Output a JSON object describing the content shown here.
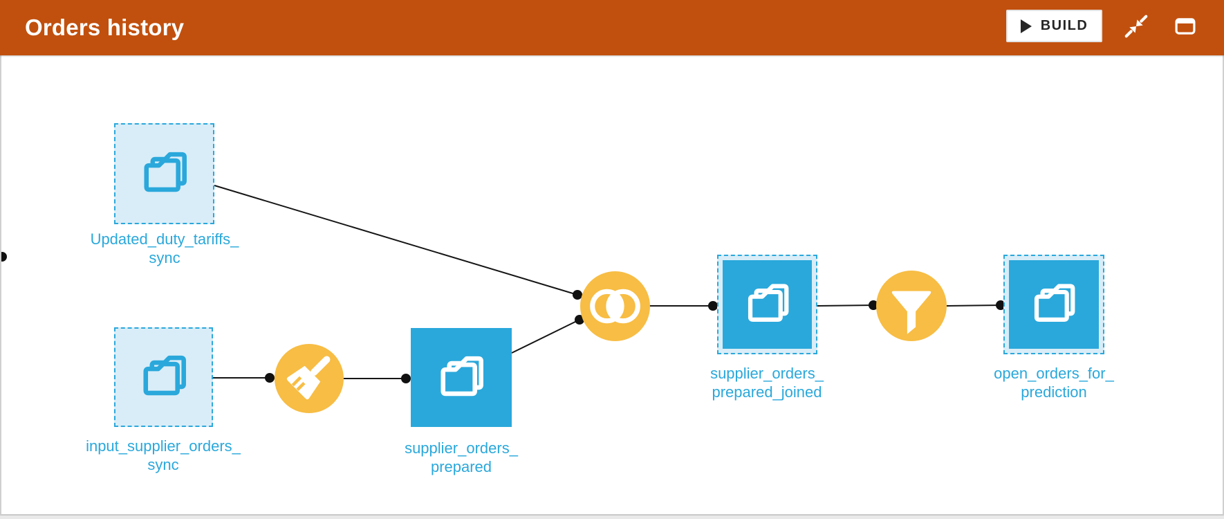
{
  "header": {
    "title": "Orders history",
    "build_label": "BUILD",
    "icons": [
      "play-icon",
      "collapse-icon",
      "window-icon"
    ]
  },
  "flow": {
    "datasets": [
      {
        "id": "updated_duty_tariffs_sync",
        "label_lines": [
          "Updated_duty_tariffs_",
          "sync"
        ],
        "state": "not-built"
      },
      {
        "id": "input_supplier_orders_sync",
        "label_lines": [
          "input_supplier_orders_",
          "sync"
        ],
        "state": "not-built"
      },
      {
        "id": "supplier_orders_prepared",
        "label_lines": [
          "supplier_orders_",
          "prepared"
        ],
        "state": "built"
      },
      {
        "id": "supplier_orders_prepared_joined",
        "label_lines": [
          "supplier_orders_",
          "prepared_joined"
        ],
        "state": "built-highlighted"
      },
      {
        "id": "open_orders_for_prediction",
        "label_lines": [
          "open_orders_for_",
          "prediction"
        ],
        "state": "built-highlighted"
      }
    ],
    "recipes": [
      {
        "type": "prepare",
        "icon": "broom-icon"
      },
      {
        "type": "join",
        "icon": "join-icon"
      },
      {
        "type": "filter",
        "icon": "filter-icon"
      }
    ]
  },
  "colors": {
    "header_bg": "#c1500e",
    "dataset_blue": "#2aa8db",
    "dataset_light_bg": "#d9edf8",
    "recipe_amber": "#f7bd44",
    "label_text": "#2aa8db",
    "edge": "#151515"
  }
}
